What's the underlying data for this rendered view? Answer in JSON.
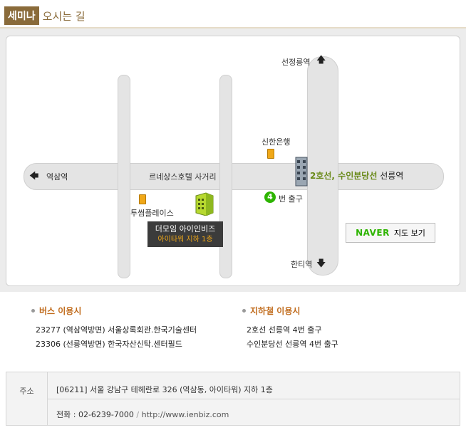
{
  "header": {
    "badge": "세미나",
    "title": "오시는 길"
  },
  "map": {
    "labels": {
      "north": "선정릉역",
      "south": "한티역",
      "west": "역삼역",
      "crossroad": "르네상스호텔 사거리",
      "bank": "신한은행",
      "line_prefix": "2호선, 수인분당선",
      "station": "선릉역",
      "exit_num": "4",
      "exit": "번 출구",
      "tower": "투썸플레이스",
      "venue_name": "더모임 아이인비즈",
      "venue_floor": "아이타워 지하 1층"
    },
    "naver": {
      "logo": "NAVER",
      "label": "지도 보기"
    },
    "colors": {
      "accent": "#6a8a1a",
      "exit": "#2db400",
      "naver": "#2db400"
    }
  },
  "bus": {
    "title": "버스 이용시",
    "lines": [
      "23277 (역삼역방면) 서울상록회관.한국기술센터",
      "23306 (선릉역방면) 한국자산신탁.센터필드"
    ]
  },
  "subway": {
    "title": "지하철 이용시",
    "lines": [
      "2호선 선릉역  4번 출구",
      "수인분당선 선릉역 4번 출구"
    ]
  },
  "address": {
    "label": "주소",
    "line": "[06211] 서울 강남구 테헤란로 326 (역삼동, 아이타워) 지하 1층",
    "phone_label": "전화 : ",
    "phone": "02-6239-7000",
    "sep": " / ",
    "url": "http://www.ienbiz.com"
  }
}
